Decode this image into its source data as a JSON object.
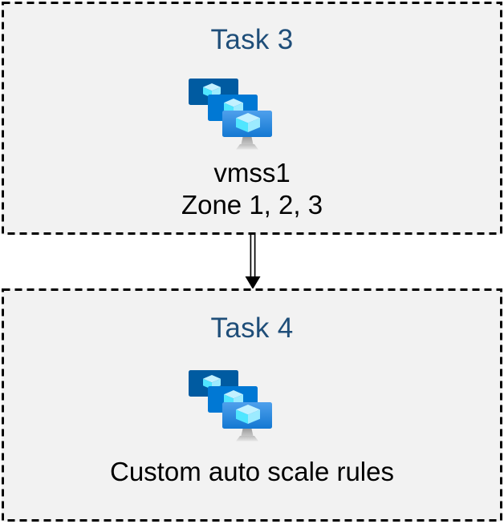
{
  "diagram": {
    "description": "Azure VM Scale Set task flow",
    "arrow": {
      "direction": "down",
      "style": "double-line",
      "color": "#000000"
    }
  },
  "task3": {
    "title": "Task 3",
    "icon": "vm-scale-set-icon",
    "line1": "vmss1",
    "line2": "Zone 1, 2, 3"
  },
  "task4": {
    "title": "Task 4",
    "icon": "vm-scale-set-icon",
    "caption": "Custom auto scale rules"
  },
  "colors": {
    "page_background": "#ffffff",
    "box_background": "#f2f2f2",
    "box_border": "#000000",
    "title_text": "#1f4e79",
    "body_text": "#000000",
    "screen_back": "#005ba1",
    "screen_middle": "#0078d4",
    "screen_front_top": "#4fa0ec",
    "screen_front_bottom": "#1378d2",
    "cube_top": "#c3f1ff",
    "cube_left": "#50e6ff",
    "cube_right": "#9cebff",
    "stand_neck_top": "#9d9d9d",
    "stand_neck_bottom": "#c6c6c6",
    "stand_base_top": "#bdbdbd",
    "stand_base_bottom": "#e6e6e6",
    "arrow": "#000000"
  }
}
